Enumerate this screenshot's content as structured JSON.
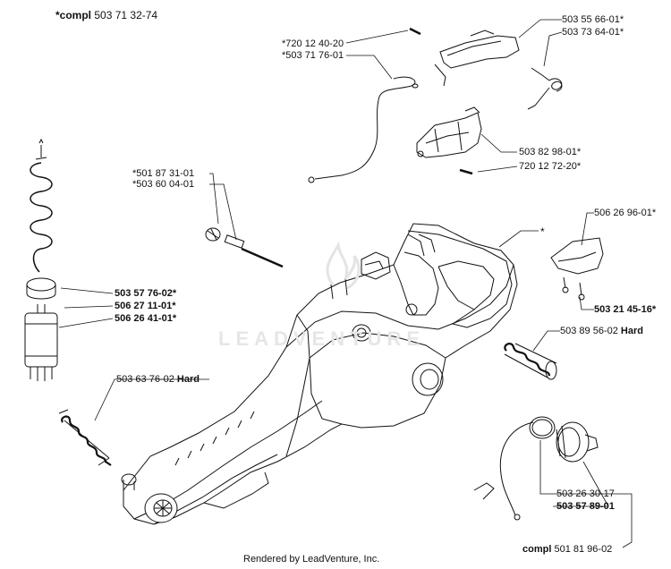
{
  "header": {
    "prefix": "*compl",
    "number": "503 71 32-74"
  },
  "labels": {
    "l_720_12_40_20": "*720 12 40-20",
    "l_503_71_76_01": "*503 71 76-01",
    "l_503_55_66_01": "503 55 66-01*",
    "l_503_73_64_01": "503 73 64-01*",
    "l_503_82_98_01": "503 82 98-01*",
    "l_720_12_72_20": "720 12 72-20*",
    "l_501_87_31_01": "*501 87 31-01",
    "l_503_60_04_01": "*503 60 04-01",
    "l_star": "*",
    "l_506_26_96_01": "506 26 96-01*",
    "l_503_21_45_16": "503 21 45-16*",
    "l_503_57_76_02": "503 57 76-02*",
    "l_506_27_11_01": "506 27 11-01*",
    "l_506_26_41_01": "506 26 41-01*",
    "l_503_89_56_02": "503 89 56-02",
    "l_503_89_56_02_suffix": "Hard",
    "l_503_63_76_02": "503 63 76-02",
    "l_503_63_76_02_suffix": "Hard",
    "l_503_26_30_17": "503 26 30-17",
    "l_503_57_89_01": "503 57 89-01",
    "l_compl_prefix": "compl",
    "l_501_81_96_02": "501 81 96-02"
  },
  "watermark": "LEADVENTURE",
  "footer": "Rendered by LeadVenture, Inc.",
  "colors": {
    "ink": "#111111",
    "paper": "#ffffff",
    "watermark": "#e6e6e6"
  }
}
